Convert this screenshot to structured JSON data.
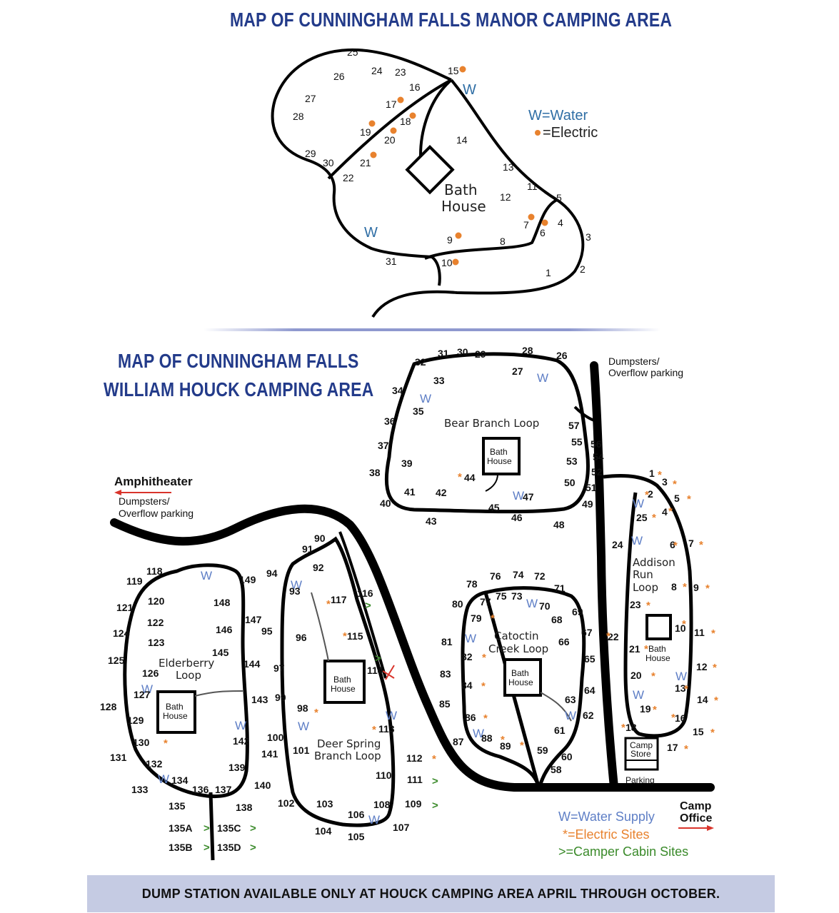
{
  "manor": {
    "title": "MAP OF CUNNINGHAM FALLS MANOR CAMPING AREA",
    "bath_house": [
      "Bath",
      "House"
    ],
    "legend_water": "W=Water",
    "legend_electric": "=Electric",
    "water_symbol": "W",
    "sites": [
      {
        "label": "25",
        "electric": false
      },
      {
        "label": "26",
        "electric": false
      },
      {
        "label": "24",
        "electric": false
      },
      {
        "label": "23",
        "electric": false
      },
      {
        "label": "15",
        "electric": true
      },
      {
        "label": "16",
        "electric": false
      },
      {
        "label": "27",
        "electric": false
      },
      {
        "label": "17",
        "electric": true
      },
      {
        "label": "28",
        "electric": false
      },
      {
        "label": "18",
        "electric": true
      },
      {
        "label": "19",
        "electric": true
      },
      {
        "label": "20",
        "electric": true
      },
      {
        "label": "14",
        "electric": false
      },
      {
        "label": "29",
        "electric": false
      },
      {
        "label": "30",
        "electric": false
      },
      {
        "label": "21",
        "electric": true
      },
      {
        "label": "22",
        "electric": false
      },
      {
        "label": "13",
        "electric": false
      },
      {
        "label": "11",
        "electric": false
      },
      {
        "label": "12",
        "electric": false
      },
      {
        "label": "5",
        "electric": false
      },
      {
        "label": "4",
        "electric": false
      },
      {
        "label": "7",
        "electric": true
      },
      {
        "label": "6",
        "electric": true
      },
      {
        "label": "3",
        "electric": false
      },
      {
        "label": "9",
        "electric": true
      },
      {
        "label": "8",
        "electric": false
      },
      {
        "label": "31",
        "electric": false
      },
      {
        "label": "10",
        "electric": true
      },
      {
        "label": "2",
        "electric": false
      },
      {
        "label": "1",
        "electric": false
      }
    ]
  },
  "houck": {
    "title_line1": "MAP OF CUNNINGHAM FALLS",
    "title_line2": "WILLIAM HOUCK CAMPING AREA",
    "amphitheater": "Amphitheater",
    "dumpsters_left": [
      "Dumpsters/",
      "Overflow parking"
    ],
    "dumpsters_top": [
      "Dumpsters/",
      "Overflow parking"
    ],
    "camp_office": [
      "Camp",
      "Office"
    ],
    "camp_store": [
      "Camp",
      "Store"
    ],
    "parking": "Parking",
    "bath_house": [
      "Bath",
      "House"
    ],
    "loops": {
      "bear_branch": "Bear Branch Loop",
      "elderberry": [
        "Elderberry",
        "Loop"
      ],
      "deer_spring": [
        "Deer Spring",
        "Branch Loop"
      ],
      "catoctin": [
        "Catoctin",
        "Creek Loop"
      ],
      "addison": [
        "Addison",
        "Run",
        "Loop"
      ]
    },
    "legend_water": "W=Water Supply",
    "legend_electric": "*=Electric Sites",
    "legend_cabin": ">=Camper Cabin Sites",
    "water_symbol": "W",
    "sites": {
      "bear_branch": [
        "32",
        "31",
        "30",
        "29",
        "28",
        "26",
        "27",
        "33",
        "34",
        "35",
        "36",
        "37",
        "38",
        "39",
        "40",
        "41",
        "42",
        "44",
        "43",
        "45",
        "46",
        "47",
        "48",
        "49",
        "50",
        "51",
        "52",
        "53",
        "54",
        "55",
        "56",
        "57"
      ],
      "elderberry": [
        "118",
        "119",
        "120",
        "121",
        "122",
        "123",
        "124",
        "125",
        "126",
        "127",
        "128",
        "129",
        "130",
        "131",
        "132",
        "133",
        "134",
        "135",
        "136",
        "137",
        "138",
        "139",
        "140",
        "141",
        "142",
        "143",
        "144",
        "145",
        "146",
        "147",
        "148",
        "149"
      ],
      "deer_spring": [
        "90",
        "91",
        "92",
        "93",
        "94",
        "95",
        "96",
        "97",
        "98",
        "99",
        "100",
        "101",
        "102",
        "103",
        "104",
        "105",
        "106",
        "107",
        "108",
        "109",
        "110",
        "111",
        "112",
        "113",
        "114",
        "115",
        "116",
        "117"
      ],
      "catoctin": [
        "78",
        "76",
        "74",
        "72",
        "77",
        "75",
        "73",
        "71",
        "80",
        "70",
        "69",
        "79",
        "68",
        "67",
        "81",
        "66",
        "82",
        "65",
        "83",
        "84",
        "64",
        "63",
        "85",
        "62",
        "86",
        "61",
        "87",
        "88",
        "89",
        "59",
        "60",
        "58"
      ],
      "addison": [
        "1",
        "3",
        "2",
        "5",
        "4",
        "25",
        "7",
        "24",
        "6",
        "9",
        "8",
        "23",
        "11",
        "10",
        "22",
        "21",
        "12",
        "20",
        "13",
        "14",
        "19",
        "16",
        "18",
        "15",
        "17"
      ],
      "cabins": [
        "135A",
        "135C",
        "135B",
        "135D"
      ]
    }
  },
  "footer": "DUMP STATION AVAILABLE ONLY AT HOUCK CAMPING AREA APRIL THROUGH OCTOBER.",
  "colors": {
    "title": "#233b8a",
    "water": "#5f7fc6",
    "electric": "#e8822e",
    "cabin": "#3a8a2a",
    "footer_bg": "#c5cbe3"
  }
}
